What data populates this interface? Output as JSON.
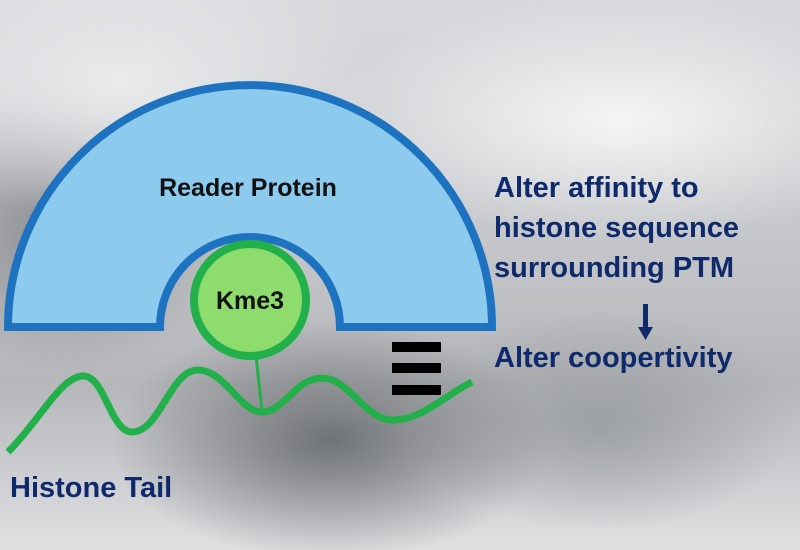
{
  "diagram": {
    "reader_label": "Reader Protein",
    "kme3_label": "Kme3",
    "tail_label": "Histone Tail",
    "right_text": [
      "Alter affinity to",
      "histone sequence",
      "surrounding PTM"
    ],
    "result_text": "Alter coopertivity",
    "colors": {
      "protein_fill": "#8ccbee",
      "protein_stroke": "#1e73c0",
      "kme3_fill": "#8fdc6e",
      "tail": "#22b04a",
      "text": "#0f2a6c"
    }
  }
}
